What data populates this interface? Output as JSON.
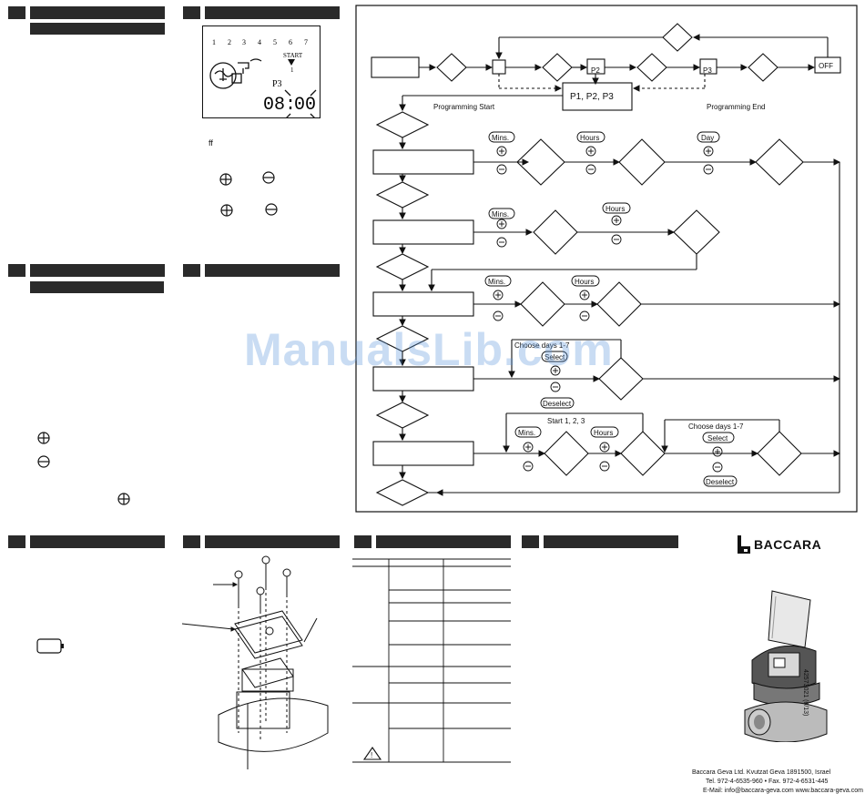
{
  "lcd": {
    "day_numbers": [
      "1",
      "2",
      "3",
      "4",
      "5",
      "6",
      "7"
    ],
    "start_label": "START",
    "start_day": "1",
    "program": "P3",
    "time_left": "08",
    "time_right": "00"
  },
  "section1_text": {
    "ff": "ff"
  },
  "flow": {
    "programs_box": "P1, P2, P3",
    "p2": "P2",
    "p3": "P3",
    "off": "OFF",
    "programming_start": "Programming Start",
    "programming_end": "Programming End",
    "mins": "Mins.",
    "hours": "Hours",
    "day": "Day",
    "choose_days_1_7": "Choose days 1-7",
    "select": "Select",
    "deselect": "Deselect",
    "start_123": "Start 1, 2, 3",
    "choose_days_partial": "Choose days 1-7"
  },
  "watermark": "ManualsLib.com",
  "brand": {
    "name": "BACCARA"
  },
  "footer": {
    "line1": "Baccara Geva Ltd. Kvutzat Geva 1891500, Israel",
    "line2": "Tel. 972-4-6535-960 • Fax. 972-4-6531-445",
    "line3": "E-Mail: info@baccara-geva.com  www.baccara-geva.com",
    "doc_code": "42573021 (6/13)"
  },
  "colors": {
    "header": "#2a2a2a",
    "watermark": "#5a96dc"
  }
}
